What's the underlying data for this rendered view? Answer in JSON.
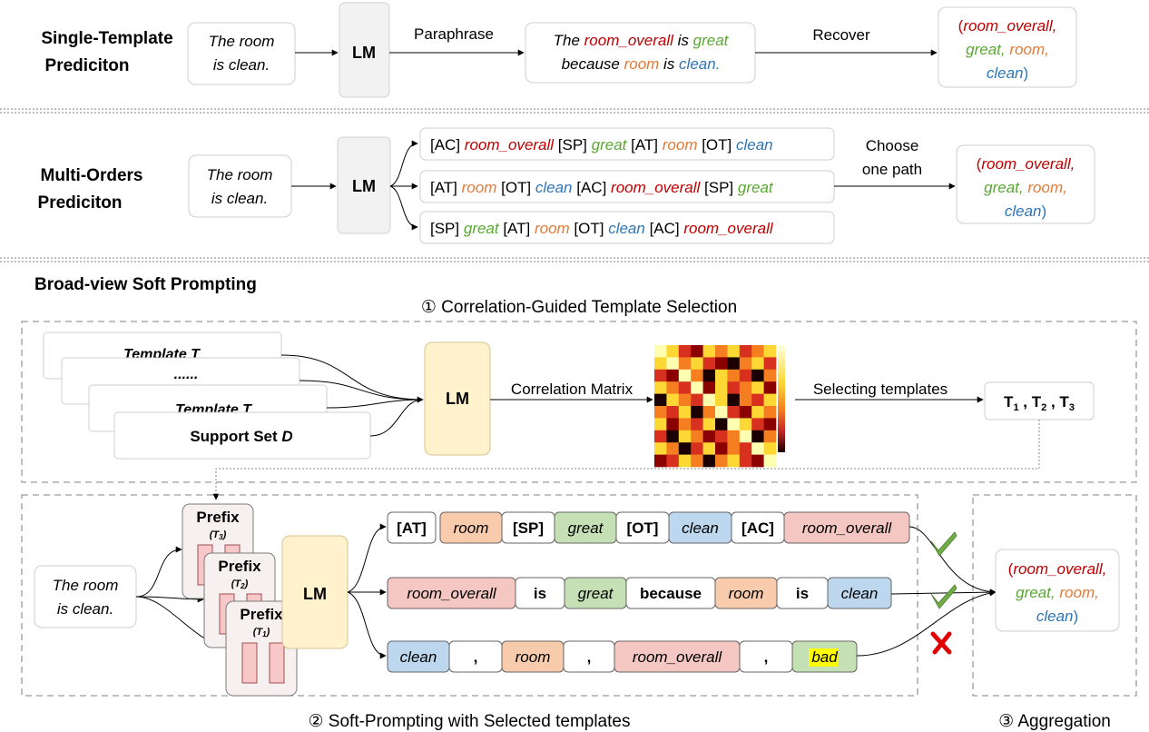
{
  "section1": {
    "label_line1": "Single-Template",
    "label_line2": "Prediciton",
    "input_line1": "The room",
    "input_line2": "is clean.",
    "lm": "LM",
    "paraphrase": "Paraphrase",
    "output_line1": {
      "w1": "The ",
      "w2": "room_overall",
      "w3": " is ",
      "w4": "great"
    },
    "output_line2": {
      "w1": "because ",
      "w2": "room",
      "w3": " is ",
      "w4": "clean."
    },
    "recover": "Recover",
    "result": {
      "open": "(",
      "aspect": "room_overall,",
      "sentiment": "great,",
      "category": "room,",
      "opinion": "clean",
      "close": ")"
    }
  },
  "section2": {
    "label_line1": "Multi-Orders",
    "label_line2": "Prediciton",
    "input_line1": "The room",
    "input_line2": "is clean.",
    "lm": "LM",
    "path1": {
      "t1": "[AC] ",
      "t2": "room_overall",
      "t3": " [SP] ",
      "t4": "great",
      "t5": " [AT] ",
      "t6": "room",
      "t7": " [OT] ",
      "t8": "clean"
    },
    "path2": {
      "t1": "[AT] ",
      "t2": "room",
      "t3": " [OT] ",
      "t4": "clean",
      "t5": " [AC] ",
      "t6": "room_overall",
      "t7": " [SP] ",
      "t8": "great"
    },
    "path3": {
      "t1": "[SP] ",
      "t2": "great",
      "t3": " [AT] ",
      "t4": "room",
      "t5": " [OT] ",
      "t6": "clean",
      "t7": " [AC] ",
      "t8": "room_overall"
    },
    "choose_line1": "Choose",
    "choose_line2": "one path",
    "result": {
      "open": "(",
      "aspect": "room_overall,",
      "sentiment": "great,",
      "category": "room,",
      "opinion": "clean",
      "close": ")"
    }
  },
  "section3": {
    "title": "Broad-view Soft Prompting",
    "step1_title": "① Correlation-Guided Template Selection",
    "template_card_1": "Template T",
    "template_card_dots": "......",
    "template_card_2": "Template T",
    "support_set": "Support Set ",
    "support_set_var": "D",
    "lm": "LM",
    "correlation_matrix": "Correlation Matrix",
    "selecting_templates": "Selecting templates",
    "selected": {
      "t": "T",
      "s1": "1",
      "sep1": " , T",
      "s2": "2",
      "sep2": " , T",
      "s3": "3"
    },
    "prefix_label": "Prefix",
    "prefix_var": "T",
    "prefix_subs": [
      "3",
      "2",
      "1"
    ],
    "input_line1": "The room",
    "input_line2": "is clean.",
    "lm2": "LM",
    "row1": [
      "[AT]",
      "room",
      "[SP]",
      "great",
      "[OT]",
      "clean",
      "[AC]",
      "room_overall"
    ],
    "row2": [
      "room_overall",
      "is",
      "great",
      "because",
      "room",
      "is",
      "clean"
    ],
    "row3": [
      "clean",
      ",",
      "room",
      ",",
      "room_overall",
      ",",
      "bad"
    ],
    "result": {
      "open": "(",
      "aspect": "room_overall,",
      "sentiment": "great,",
      "category": "room,",
      "opinion": "clean",
      "close": ")"
    },
    "step2_title": "② Soft-Prompting with Selected templates",
    "step3_title": "③ Aggregation"
  },
  "heatmap": {
    "colors": {
      "black": "#1a0000",
      "dark": "#8b0000",
      "red": "#d7301f",
      "orange": "#f57f20",
      "yellow": "#fdd835",
      "pale": "#ffffb2"
    }
  },
  "colors": {
    "aspect_red": "#c00000",
    "sentiment_green": "#5aa832",
    "category_orange": "#e07b39",
    "opinion_blue": "#2e75b6",
    "lm_gray": "#f2f2f2",
    "lm_cream": "#fff2cc",
    "box_orange": "#f8cbad",
    "box_green": "#c5e0b4",
    "box_blue": "#bdd7ee",
    "box_pink": "#f4c7c3",
    "highlight_yellow": "#ffff00",
    "check_green": "#70ad47",
    "cross_red": "#e00000"
  },
  "icons": [
    "check-icon",
    "check-icon",
    "cross-icon"
  ]
}
